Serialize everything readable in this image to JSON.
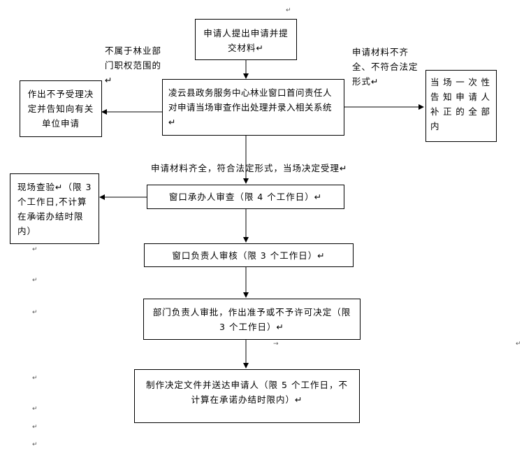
{
  "boxes": {
    "submit": "申请人提出申请并提交材料↵",
    "center": "凌云县政务服务中心林业窗口首问责任人对申请当场审查作出处理并录入相关系统↵",
    "reject": "作出不予受理决定并告知向有关单位申请",
    "notify": "当场一次性告知申请人补正的全部内",
    "onsite": "现场查验↵（限 3 个工作日,不计算在承诺办结时限内）",
    "review": "窗口承办人审查（限 4 个工作日）↵",
    "verify": "窗口负责人审核（限 3 个工作日）↵",
    "approve": "部门负责人审批，作出准予或不予许可决定（限 3 个工作日）↵",
    "deliver": "制作决定文件并送达申请人（限 5 个工作日，不计算在承诺办结时限内）↵"
  },
  "labels": {
    "not_forestry": "不属于林业部门职权范围的↵",
    "incomplete": "申请材料不齐全、不符合法定形式↵",
    "accepted": "申请材料齐全，符合法定形式，当场决定受理↵"
  },
  "marks": {
    "return": "↵",
    "tab": "→"
  }
}
